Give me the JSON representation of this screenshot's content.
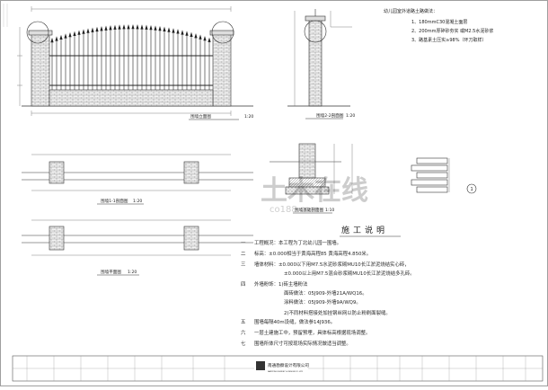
{
  "top_notes": {
    "title": "幼儿园室外道路土路做法：",
    "items": [
      "1、180mmC30混凝土面层",
      "2、200mm厚碎砂夯实 或M2.5水泥砂浆",
      "3、路基素土压实≥98%（环刀取样）"
    ]
  },
  "drawing_labels": {
    "elevation": "围墙立面图",
    "elevation_scale": "1:20",
    "section": "围墙2-2剖面图",
    "section_scale": "1:20",
    "plan1": "围墙1-1剖面图",
    "plan1_scale": "1:20",
    "plan2": "围墙平面图",
    "plan2_scale": "1:20",
    "foundation": "围墙基础剖面图",
    "foundation_scale": "1:10",
    "detail_mark": "1"
  },
  "construction": {
    "heading": "施工说明",
    "items": [
      {
        "num": "一",
        "text": "工程概况：本工程为丁北幼儿园一围墙。"
      },
      {
        "num": "二",
        "text": "标高：±0.000相当于黄海高程85 黄海高程4.850米。"
      },
      {
        "num": "三",
        "text": "墙体材料：±0.000以下用M7.5水泥砂浆砌MU10长江淤泥烧结实心砖，"
      },
      {
        "num": "",
        "text": "±0.000以上用M7.5混合砂浆砌MU10长江淤泥烧结多孔砖。"
      },
      {
        "num": "四",
        "text": "外墙粉饰：1)砖主墙粉法"
      },
      {
        "num": "",
        "text": "面砖做法：05J909-外墙21A/WQ16。"
      },
      {
        "num": "",
        "text": "涂料做法：05J909-外墙9A/WQ9。"
      },
      {
        "num": "",
        "text": "2)不同材料搭接处加挂钢丝网以防止粉刷面裂缝。"
      },
      {
        "num": "五",
        "text": "围墙每隔40m设缝，做法参14J936。"
      },
      {
        "num": "六",
        "text": "一层土建施工中，预留预埋，具体标高根据现场调整。"
      },
      {
        "num": "七",
        "text": "围墙所体尺寸可按现场实际情况做适当调整。"
      }
    ]
  },
  "title_block": {
    "company": "南通勘察设计有限公司",
    "company_en": "NANTONG SURVEY & DESIGN CO.,LTD"
  },
  "watermark": {
    "main": "土木在线",
    "sub": "co188.com"
  }
}
